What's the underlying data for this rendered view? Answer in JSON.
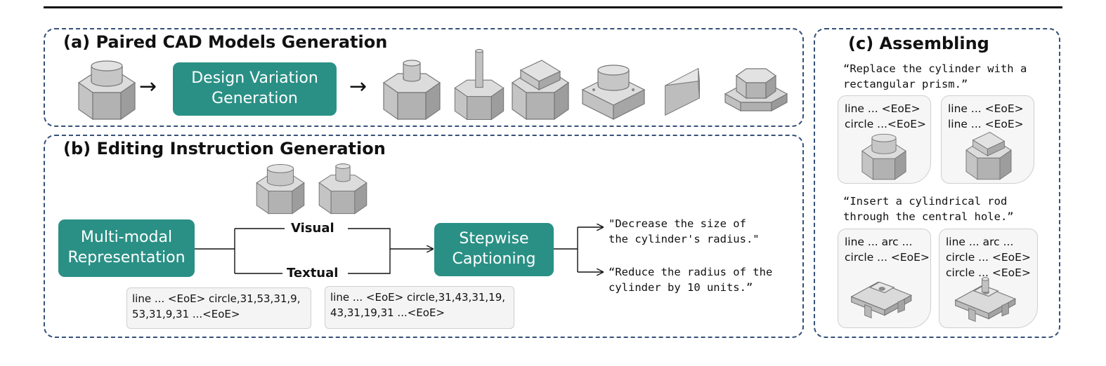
{
  "panel_a": {
    "title": "(a) Paired CAD Models Generation",
    "process_box": "Design Variation\nGeneration",
    "arrow_in": "→",
    "arrow_out": "→"
  },
  "panel_b": {
    "title": "(b) Editing Instruction Generation",
    "input_box": "Multi-modal\nRepresentation",
    "visual_label": "Visual",
    "textual_label": "Textual",
    "caption_box": "Stepwise\nCaptioning",
    "code_source": "line ... <EoE> circle,31,53,31,9,\n53,31,9,31 ...<EoE>",
    "code_target": "line ... <EoE> circle,31,43,31,19,\n43,31,19,31 ...<EoE>",
    "instruction_1": "\"Decrease the size of\nthe cylinder's radius.\"",
    "instruction_2": "“Reduce the radius of the\ncylinder by 10 units.”"
  },
  "panel_c": {
    "title": "(c) Assembling",
    "instruction_1": "“Replace the cylinder with a\nrectangular prism.”",
    "card_1": "line ... <EoE>\ncircle ...<EoE>",
    "card_2": "line ... <EoE>\nline ... <EoE>",
    "instruction_2": "“Insert a cylindrical rod\nthrough the central hole.”",
    "card_3": "line ... arc ...\ncircle ... <EoE>",
    "card_4": "line ... arc ...\ncircle ... <EoE>\ncircle ... <EoE>"
  }
}
